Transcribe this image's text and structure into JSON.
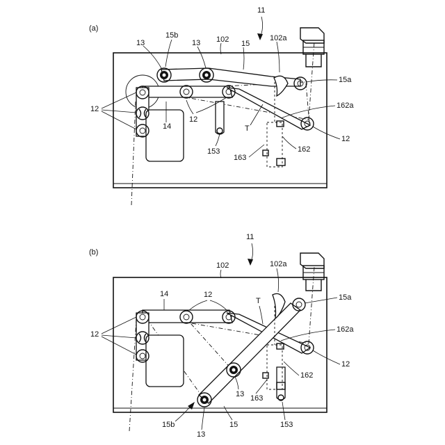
{
  "panels": [
    {
      "id": "a",
      "panel_label": "(a)",
      "labels": {
        "ref_11": "11",
        "ref_13_left": "13",
        "ref_15b": "15b",
        "ref_13_mid": "13",
        "ref_102": "102",
        "ref_15": "15",
        "ref_102a": "102a",
        "ref_15a": "15a",
        "ref_12_left": "12",
        "ref_14": "14",
        "ref_12_mid": "12",
        "ref_T": "T",
        "ref_162a": "162a",
        "ref_12_right": "12",
        "ref_153": "153",
        "ref_162": "162",
        "ref_163": "163"
      }
    },
    {
      "id": "b",
      "panel_label": "(b)",
      "labels": {
        "ref_11": "11",
        "ref_102": "102",
        "ref_102a": "102a",
        "ref_14": "14",
        "ref_12_top": "12",
        "ref_T": "T",
        "ref_15a": "15a",
        "ref_12_left": "12",
        "ref_162a": "162a",
        "ref_12_right": "12",
        "ref_13_mid": "13",
        "ref_162": "162",
        "ref_163": "163",
        "ref_15b": "15b",
        "ref_13_bottom": "13",
        "ref_15": "15",
        "ref_153": "153"
      }
    }
  ]
}
